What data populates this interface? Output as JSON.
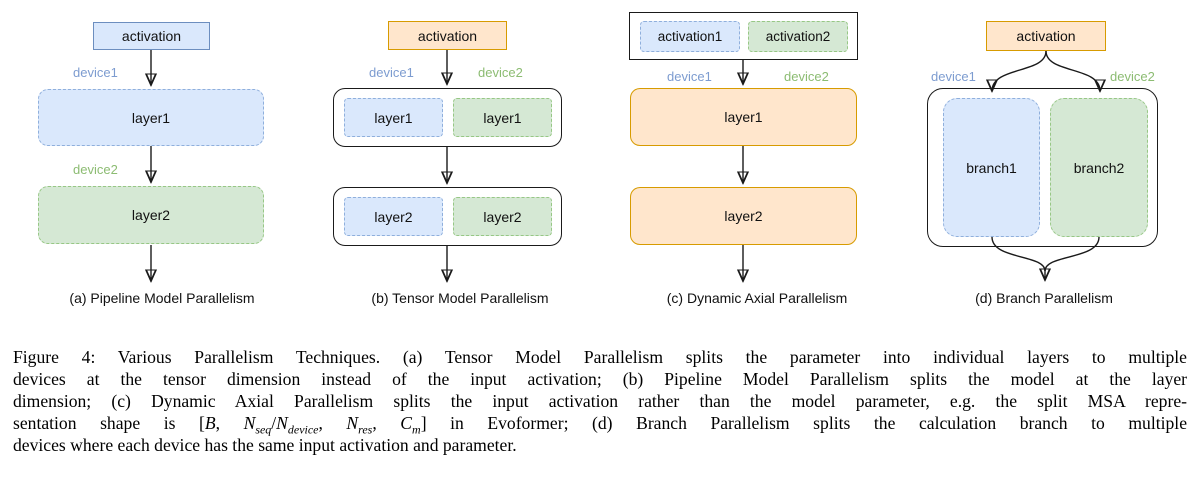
{
  "colors": {
    "blue_fill": "#dae8fc",
    "blue_stroke": "#6c8ebf",
    "blue_dash": "#8fafdc",
    "blue_text": "#7d9cd0",
    "green_fill": "#d5e8d4",
    "green_dash": "#97c785",
    "green_text": "#8cbc72",
    "orange_fill": "#ffe6cc",
    "orange_stroke": "#d79b00",
    "line_black": "#1a1a1a"
  },
  "panels": {
    "a": {
      "activation": "activation",
      "device1": "device1",
      "device2": "device2",
      "layer1": "layer1",
      "layer2": "layer2",
      "caption": "(a) Pipeline Model Parallelism"
    },
    "b": {
      "activation": "activation",
      "device1": "device1",
      "device2": "device2",
      "layer1_left": "layer1",
      "layer1_right": "layer1",
      "layer2_left": "layer2",
      "layer2_right": "layer2",
      "caption": "(b) Tensor Model Parallelism"
    },
    "c": {
      "activation1": "activation1",
      "activation2": "activation2",
      "device1": "device1",
      "device2": "device2",
      "layer1": "layer1",
      "layer2": "layer2",
      "caption": "(c) Dynamic Axial Parallelism"
    },
    "d": {
      "activation": "activation",
      "device1": "device1",
      "device2": "device2",
      "branch1": "branch1",
      "branch2": "branch2",
      "caption": "(d) Branch Parallelism"
    }
  },
  "figure_caption": {
    "lines": [
      {
        "runs": [
          {
            "t": "Figure 4: Various Parallelism Techniques. (a) Tensor Model Parallelism splits the parameter into individual layers to multiple"
          }
        ]
      },
      {
        "runs": [
          {
            "t": "devices at the tensor dimension instead of the input activation; (b) Pipeline Model Parallelism splits the model at the layer"
          }
        ]
      },
      {
        "runs": [
          {
            "t": "dimension; (c) Dynamic Axial Parallelism splits the input activation rather than the model parameter, e.g. the split MSA repre-"
          }
        ]
      },
      {
        "runs": [
          {
            "t": "sentation shape is ["
          },
          {
            "t": "B",
            "i": true
          },
          {
            "t": ", "
          },
          {
            "t": "N",
            "i": true
          },
          {
            "t": "seq",
            "i": true,
            "sub": true
          },
          {
            "t": "/"
          },
          {
            "t": "N",
            "i": true
          },
          {
            "t": "device",
            "i": true,
            "sub": true
          },
          {
            "t": ", "
          },
          {
            "t": "N",
            "i": true
          },
          {
            "t": "res",
            "i": true,
            "sub": true
          },
          {
            "t": ", "
          },
          {
            "t": "C",
            "i": true
          },
          {
            "t": "m",
            "i": true,
            "sub": true
          },
          {
            "t": "] in Evoformer; (d) Branch Parallelism splits the calculation branch to multiple"
          }
        ]
      },
      {
        "runs": [
          {
            "t": "devices where each device has the same input activation and parameter."
          }
        ],
        "last": true
      }
    ]
  }
}
